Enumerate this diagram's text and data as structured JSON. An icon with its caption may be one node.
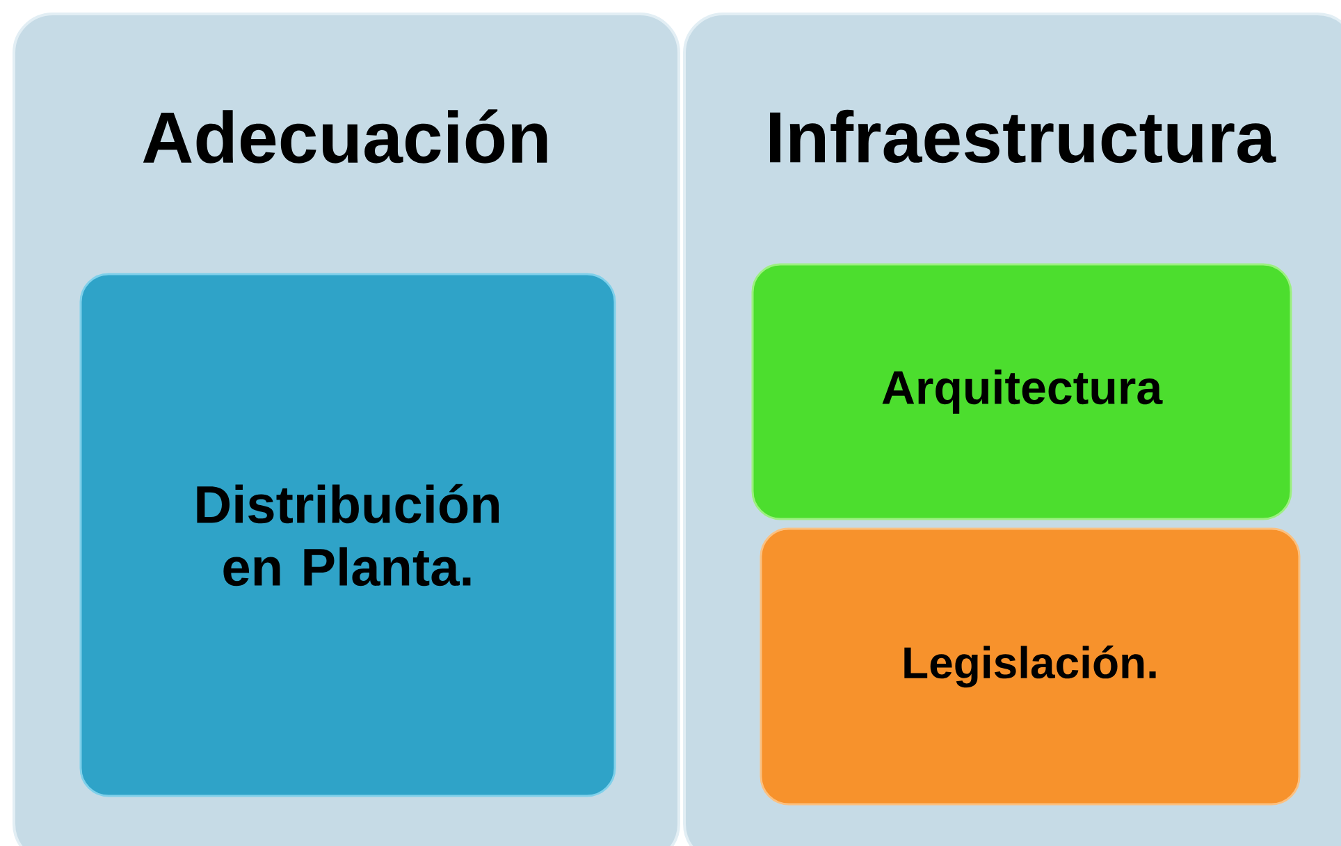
{
  "diagram": {
    "nodes": [
      {
        "text": [
          "Adecuación"
        ]
      },
      {
        "text": [
          "Distribución en Planta."
        ],
        "in": 0
      },
      {
        "text": [
          "Infraestructura"
        ]
      },
      {
        "text": [
          "Arquitectura"
        ],
        "in": 2
      },
      {
        "text": [
          "Legislación."
        ],
        "in": 2
      }
    ]
  }
}
